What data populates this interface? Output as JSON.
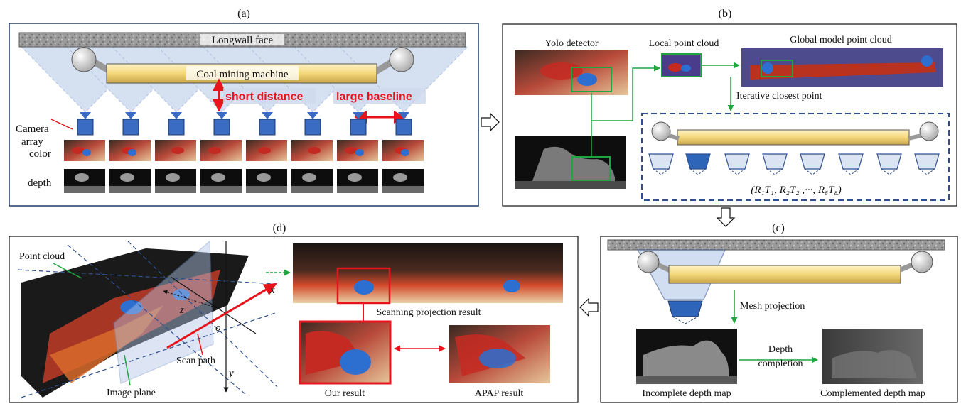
{
  "panels": {
    "a": {
      "letter": "(a)",
      "longwall": "Longwall face",
      "machine": "Coal mining machine",
      "short_distance": "short distance",
      "large_baseline": "large baseline",
      "camera_line1": "Camera",
      "camera_line2": "array",
      "color_row": "color",
      "depth_row": "depth"
    },
    "b": {
      "letter": "(b)",
      "yolo": "Yolo detector",
      "local": "Local point cloud",
      "global": "Global model point cloud",
      "icp": "Iterative closest point",
      "transforms": "(R₁T₁, R₂T₂ ,···, R₈T₈)"
    },
    "c": {
      "letter": "(c)",
      "mesh": "Mesh projection",
      "depth_line1": "Depth",
      "depth_line2": "completion",
      "incomplete": "Incomplete depth map",
      "complemented": "Complemented depth map"
    },
    "d": {
      "letter": "(d)",
      "point_cloud": "Point cloud",
      "image_plane": "Image plane",
      "scan_path": "Scan path",
      "axis_x": "x",
      "axis_y": "y",
      "axis_z": "z",
      "origin": "o",
      "scan_result": "Scanning projection result",
      "our_result": "Our result",
      "apap_result": "APAP result"
    }
  },
  "colors": {
    "frame": "#1f3864",
    "camera": "#3a6cc4",
    "fov": "#8eaadb",
    "red": "#e8141b",
    "green": "#21a540",
    "dash": "#2f4f8f",
    "bar": "#f3d77a"
  },
  "icons": [
    "right-arrow-icon",
    "down-arrow-icon",
    "left-arrow-icon"
  ]
}
